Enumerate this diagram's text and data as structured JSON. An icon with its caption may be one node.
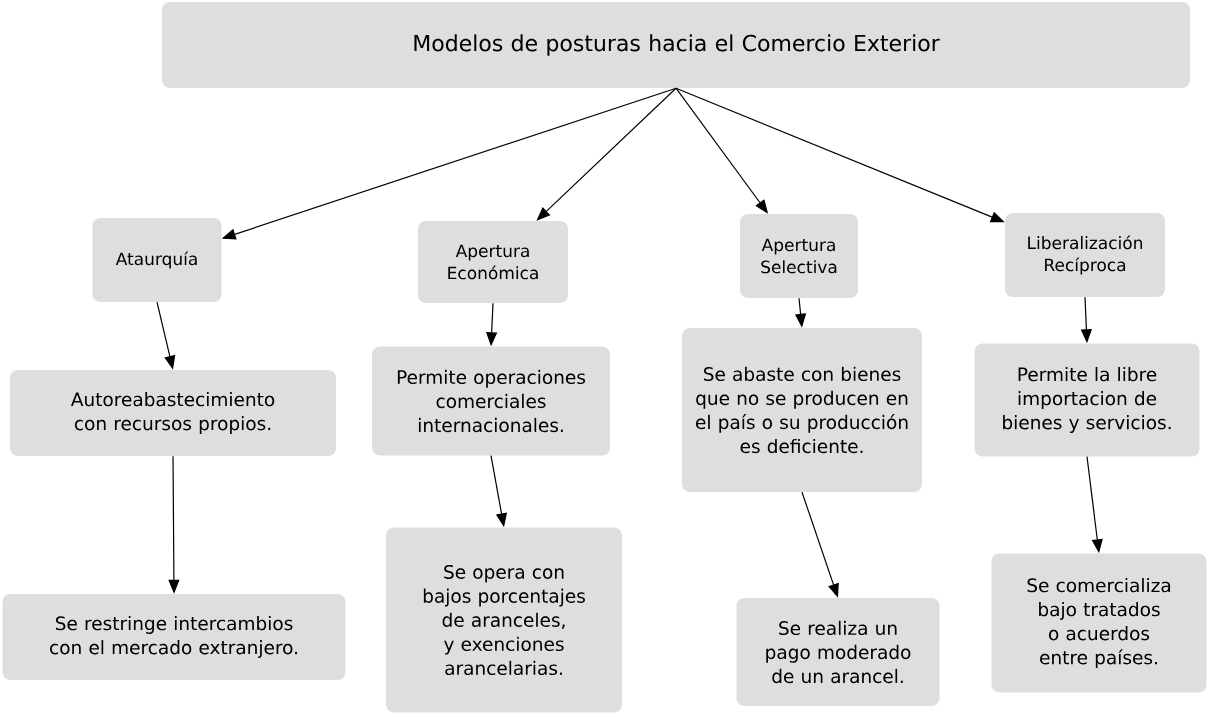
{
  "diagram": {
    "nodes": [
      {
        "text": [
          "Modelos de posturas hacia el Comercio Exterior"
        ]
      },
      {
        "text": [
          "Ataurquía"
        ]
      },
      {
        "text": [
          "Apertura Económica"
        ]
      },
      {
        "text": [
          "Apertura Selectiva"
        ]
      },
      {
        "text": [
          "Liberalización Recíproca"
        ]
      },
      {
        "text": [
          "Autoreabastecimiento con recursos propios."
        ]
      },
      {
        "text": [
          "Permite operaciones comerciales internacionales."
        ]
      },
      {
        "text": [
          "Se abaste con bienes que no se producen en el país o su producción es deficiente."
        ]
      },
      {
        "text": [
          "Permite la libre importacion de bienes y servicios."
        ]
      },
      {
        "text": [
          "Se restringe intercambios con el mercado extranjero."
        ]
      },
      {
        "text": [
          "Se opera con bajos porcentajes de aranceles, y exenciones arancelarias."
        ]
      },
      {
        "text": [
          "Se realiza un pago moderado de un arancel."
        ]
      },
      {
        "text": [
          "Se comercializa bajo tratados o acuerdos entre países."
        ]
      }
    ],
    "edges": [
      {
        "from": 0,
        "to": 1,
        "arrow": "to"
      },
      {
        "from": 0,
        "to": 2,
        "arrow": "to"
      },
      {
        "from": 0,
        "to": 3,
        "arrow": "to"
      },
      {
        "from": 0,
        "to": 4,
        "arrow": "to"
      },
      {
        "from": 1,
        "to": 5,
        "arrow": "to"
      },
      {
        "from": 2,
        "to": 6,
        "arrow": "to"
      },
      {
        "from": 3,
        "to": 7,
        "arrow": "to"
      },
      {
        "from": 4,
        "to": 8,
        "arrow": "to"
      },
      {
        "from": 5,
        "to": 9,
        "arrow": "to"
      },
      {
        "from": 6,
        "to": 10,
        "arrow": "to"
      },
      {
        "from": 7,
        "to": 11,
        "arrow": "to"
      },
      {
        "from": 8,
        "to": 12,
        "arrow": "to"
      }
    ]
  }
}
